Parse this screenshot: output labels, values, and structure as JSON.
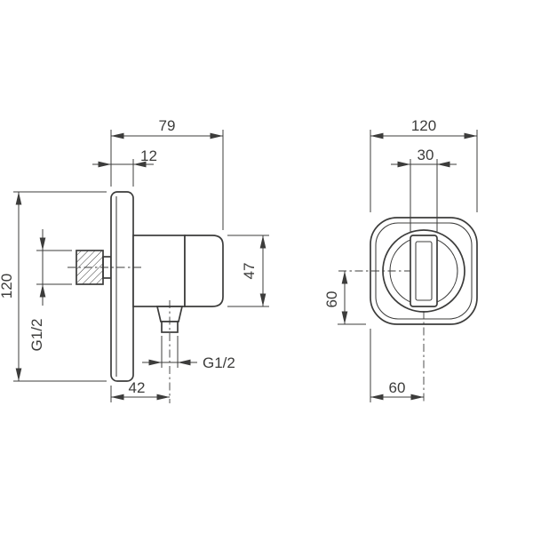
{
  "side_view": {
    "width": "79",
    "plate_thickness": "12",
    "plate_height": "120",
    "inlet_thread": "G1/2",
    "holder_height": "47",
    "outlet_thread": "G1/2",
    "outlet_distance": "42"
  },
  "front_view": {
    "plate_width": "120",
    "holder_width": "30",
    "center_to_bottom": "60",
    "edge_to_center": "60"
  },
  "colors": {
    "line": "#3c3c3b",
    "background": "#ffffff"
  }
}
